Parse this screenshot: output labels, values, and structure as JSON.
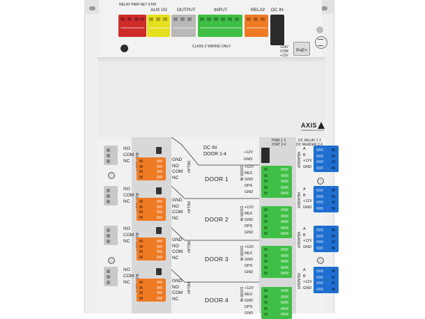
{
  "colors": {
    "relay": "#cf2b2b",
    "aux_io": "#e6df1f",
    "output": "#b8b8b8",
    "input": "#3fbf45",
    "relay2": "#ef7a24",
    "dc_in": "#2a2a2a",
    "reader": "#1e6fd0",
    "door_relay": "#ef7a24",
    "door_io": "#3fbf45",
    "panel": "#e9e9e9"
  },
  "top": {
    "header_labels": {
      "relay_pwr_net_stat": "RELAY PWR NET STAT",
      "aux_io": "AUX I/O",
      "output": "OUTPUT",
      "input": "INPUT",
      "relay": "RELAY",
      "dc_in": "DC IN"
    },
    "class2": "CLASS 2 WIRING ONLY",
    "dc_pins": [
      "+24V",
      "COM",
      "+12V"
    ],
    "poe": "PoE+"
  },
  "brand": {
    "logo_text": "AXIS",
    "logo_sub": "COMMUNICATIONS"
  },
  "dc_block": {
    "title_line1": "DC IN",
    "title_line2": "DOOR 1-4",
    "pins": [
      "+12V",
      "GND"
    ]
  },
  "right_header": {
    "pwr_stat": "PWR  1  2",
    "stat": "STAT  3  4",
    "dc_relay": "DC RELAY  1  2",
    "dc_reader": "DC READER  3  4"
  },
  "doors": [
    {
      "name": "DOOR 1",
      "left_pins": [
        "NO",
        "COM",
        "NC"
      ],
      "aux_relay": "AUX RELAY",
      "relay_pins": [
        "GND",
        "NO",
        "COM",
        "NC"
      ],
      "relay_label": "RELAY",
      "door_in": "DOOR IN",
      "io_pins": [
        "+12V",
        "REX",
        "GND",
        "DPS",
        "GND"
      ],
      "reader_pins": [
        "A",
        "B",
        "+12V",
        "GND"
      ],
      "reader_label": "READER"
    },
    {
      "name": "DOOR 2",
      "left_pins": [
        "NO",
        "COM",
        "NC"
      ],
      "aux_relay": "AUX RELAY",
      "relay_pins": [
        "GND",
        "NO",
        "COM",
        "NC"
      ],
      "relay_label": "RELAY",
      "door_in": "DOOR IN",
      "io_pins": [
        "+12V",
        "REX",
        "GND",
        "DPS",
        "GND"
      ],
      "reader_pins": [
        "A",
        "B",
        "+12V",
        "GND"
      ],
      "reader_label": "READER"
    },
    {
      "name": "DOOR 3",
      "left_pins": [
        "NO",
        "COM",
        "NC"
      ],
      "aux_relay": "AUX RELAY",
      "relay_pins": [
        "GND",
        "NO",
        "COM",
        "NC"
      ],
      "relay_label": "RELAY",
      "door_in": "DOOR IN",
      "io_pins": [
        "+12V",
        "REX",
        "GND",
        "DPS",
        "GND"
      ],
      "reader_pins": [
        "A",
        "B",
        "+12V",
        "GND"
      ],
      "reader_label": "READER"
    },
    {
      "name": "DOOR 4",
      "left_pins": [
        "NO",
        "COM",
        "NC"
      ],
      "aux_relay": "AUX RELAY",
      "relay_pins": [
        "GND",
        "NO",
        "COM",
        "NC"
      ],
      "relay_label": "RELAY",
      "door_in": "DOOR IN",
      "io_pins": [
        "+12V",
        "REX",
        "GND",
        "DPS",
        "GND"
      ],
      "reader_pins": [
        "A",
        "B",
        "+12V",
        "GND"
      ],
      "reader_label": "READER"
    }
  ]
}
